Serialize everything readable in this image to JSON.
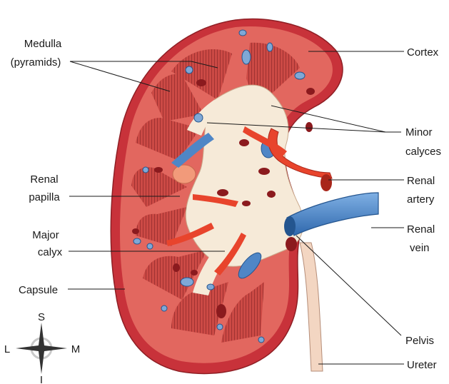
{
  "labels": {
    "medulla_line1": "Medulla",
    "medulla_line2": "(pyramids)",
    "cortex": "Cortex",
    "minor_calyces_line1": "Minor",
    "minor_calyces_line2": "calyces",
    "renal_papilla_line1": "Renal",
    "renal_papilla_line2": "papilla",
    "renal_artery_line1": "Renal",
    "renal_artery_line2": "artery",
    "major_calyx_line1": "Major",
    "major_calyx_line2": "calyx",
    "renal_vein_line1": "Renal",
    "renal_vein_line2": "vein",
    "capsule": "Capsule",
    "pelvis": "Pelvis",
    "ureter": "Ureter"
  },
  "compass": {
    "superior": "S",
    "inferior": "I",
    "lateral": "L",
    "medial": "M"
  },
  "colors": {
    "capsule": "#c8323a",
    "cortex": "#e2675f",
    "medulla": "#cf4f49",
    "medulla_stripe": "#7a1f22",
    "pelvis": "#f6ead8",
    "artery": "#e8442c",
    "vein": "#4f86c6",
    "papilla": "#f29a7a",
    "ureter": "#f3d6c2"
  }
}
